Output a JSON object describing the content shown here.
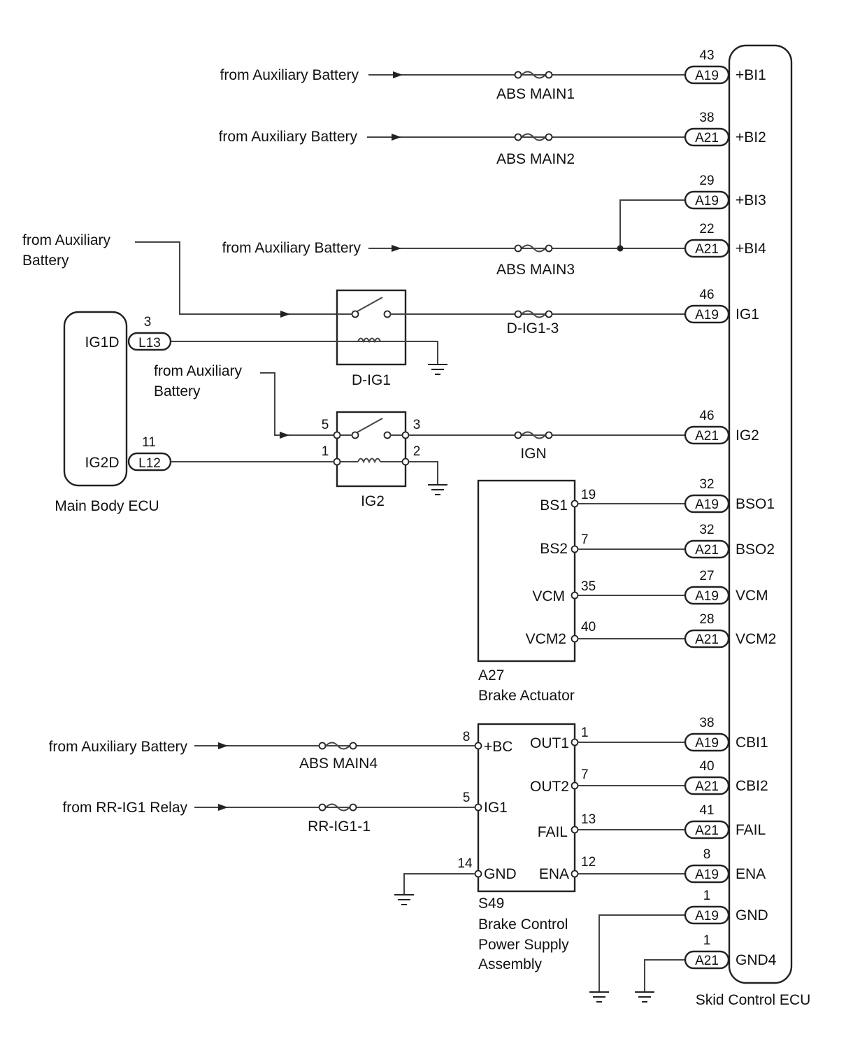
{
  "ecus": {
    "skid": {
      "name": "Skid Control ECU"
    },
    "main_body": {
      "name": "Main Body ECU",
      "pins": [
        "IG1D",
        "IG2D"
      ]
    },
    "actuator": {
      "code": "A27",
      "name": "Brake Actuator",
      "pins": [
        "BS1",
        "BS2",
        "VCM",
        "VCM2"
      ]
    },
    "power_supply": {
      "code": "S49",
      "name_lines": [
        "Brake Control",
        "Power Supply",
        "Assembly"
      ],
      "pins": [
        "+BC",
        "IG1",
        "GND",
        "OUT1",
        "OUT2",
        "FAIL",
        "ENA"
      ]
    }
  },
  "sources": {
    "aux_battery": "from Auxiliary Battery",
    "aux_battery_line1": "from Auxiliary",
    "aux_battery_line2": "Battery",
    "rr_ig1": "from RR-IG1 Relay"
  },
  "fuses": [
    "ABS MAIN1",
    "ABS MAIN2",
    "ABS MAIN3",
    "D-IG1-3",
    "IGN",
    "ABS MAIN4",
    "RR-IG1-1"
  ],
  "relays": [
    "D-IG1",
    "IG2"
  ],
  "skid_pins": [
    {
      "num": "43",
      "conn": "A19",
      "name": "+BI1"
    },
    {
      "num": "38",
      "conn": "A21",
      "name": "+BI2"
    },
    {
      "num": "29",
      "conn": "A19",
      "name": "+BI3"
    },
    {
      "num": "22",
      "conn": "A21",
      "name": "+BI4"
    },
    {
      "num": "46",
      "conn": "A19",
      "name": "IG1"
    },
    {
      "num": "46",
      "conn": "A21",
      "name": "IG2"
    },
    {
      "num": "32",
      "conn": "A19",
      "name": "BSO1"
    },
    {
      "num": "32",
      "conn": "A21",
      "name": "BSO2"
    },
    {
      "num": "27",
      "conn": "A19",
      "name": "VCM"
    },
    {
      "num": "28",
      "conn": "A21",
      "name": "VCM2"
    },
    {
      "num": "38",
      "conn": "A19",
      "name": "CBI1"
    },
    {
      "num": "40",
      "conn": "A21",
      "name": "CBI2"
    },
    {
      "num": "41",
      "conn": "A21",
      "name": "FAIL"
    },
    {
      "num": "8",
      "conn": "A19",
      "name": "ENA"
    },
    {
      "num": "1",
      "conn": "A19",
      "name": "GND"
    },
    {
      "num": "1",
      "conn": "A21",
      "name": "GND4"
    }
  ],
  "main_body_conns": [
    {
      "num": "3",
      "conn": "L13"
    },
    {
      "num": "11",
      "conn": "L12"
    }
  ],
  "relay_pins": [
    "5",
    "3",
    "1",
    "2"
  ],
  "actuator_pin_nums": [
    "19",
    "7",
    "35",
    "40"
  ],
  "ps_pin_nums": {
    "bc": "8",
    "ig1": "5",
    "gnd": "14",
    "out1": "1",
    "out2": "7",
    "fail": "13",
    "ena": "12"
  }
}
